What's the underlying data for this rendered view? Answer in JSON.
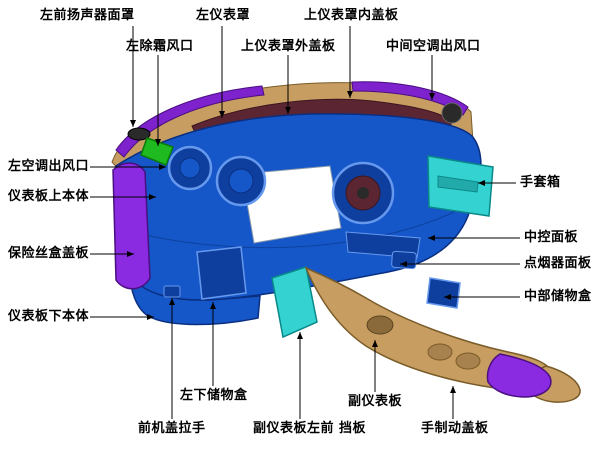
{
  "labels": [
    {
      "key": "left-front-speaker-cover",
      "text": "左前扬声器面罩"
    },
    {
      "key": "left-instrument-cover",
      "text": "左仪表罩"
    },
    {
      "key": "upper-instrument-cover-inner-panel",
      "text": "上仪表罩内盖板"
    },
    {
      "key": "left-defrost-vent",
      "text": "左除霜风口"
    },
    {
      "key": "upper-instrument-cover-outer-panel",
      "text": "上仪表罩外盖板"
    },
    {
      "key": "middle-ac-outlet",
      "text": "中间空调出风口"
    },
    {
      "key": "left-ac-outlet",
      "text": "左空调出风口"
    },
    {
      "key": "instrument-panel-upper-body",
      "text": "仪表板上本体"
    },
    {
      "key": "fuse-box-cover",
      "text": "保险丝盒盖板"
    },
    {
      "key": "instrument-panel-lower-body",
      "text": "仪表板下本体"
    },
    {
      "key": "glove-box",
      "text": "手套箱"
    },
    {
      "key": "center-control-panel",
      "text": "中控面板"
    },
    {
      "key": "cigarette-lighter-panel",
      "text": "点烟器面板"
    },
    {
      "key": "middle-storage-box",
      "text": "中部储物盒"
    },
    {
      "key": "lower-left-storage-box",
      "text": "左下储物盒"
    },
    {
      "key": "front-hood-handle",
      "text": "前机盖拉手"
    },
    {
      "key": "console-left-front-baffle",
      "text": "副仪表板左前 挡板"
    },
    {
      "key": "console",
      "text": "副仪表板"
    },
    {
      "key": "handbrake-cover",
      "text": "手制动盖板"
    }
  ],
  "colors": {
    "blue": "#1557c8",
    "blue_dark": "#0f3f9e",
    "tan": "#c79d62",
    "tan_dark": "#a8824e",
    "maroon": "#5c2532",
    "purple": "#7d22cc",
    "purple2": "#8a2be2",
    "cyan": "#35d2d2",
    "green": "#1fba1f",
    "line": "#000000"
  }
}
